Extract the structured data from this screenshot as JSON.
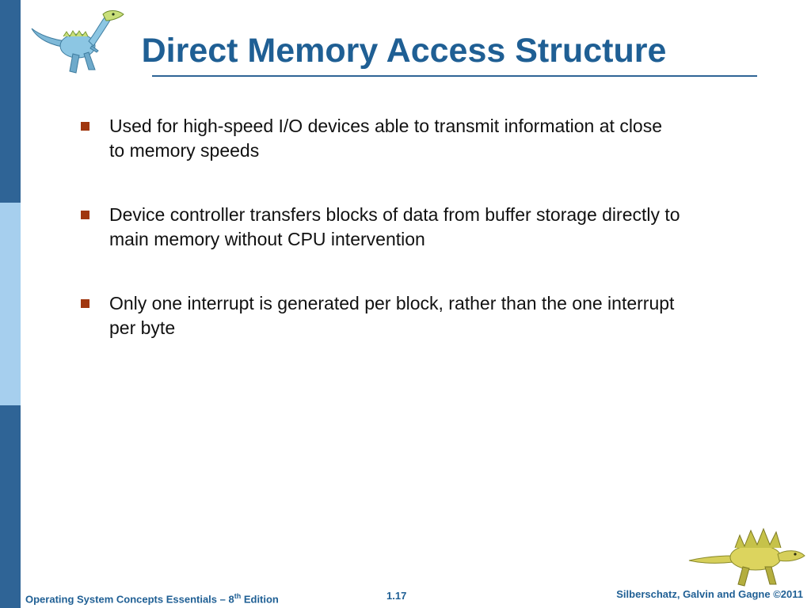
{
  "slide": {
    "title": "Direct Memory Access Structure",
    "bullets": [
      {
        "line1": "Used for high-speed I/O devices able to transmit information at close",
        "line2": "to memory speeds"
      },
      {
        "line1": "Device controller transfers blocks of data from buffer storage directly to",
        "line2": "main memory without CPU intervention"
      },
      {
        "line1": "Only one interrupt is generated per block, rather than the one interrupt",
        "line2": "per byte"
      }
    ]
  },
  "footer": {
    "book_prefix": "Operating System Concepts Essentials – 8",
    "book_superscript": "th",
    "book_suffix": " Edition",
    "page_number": "1.17",
    "copyright": "Silberschatz, Galvin and Gagne ©2011"
  },
  "colors": {
    "title": "#1f5f94",
    "side_bar_dark": "#2f6496",
    "side_bar_light": "#a6cfee",
    "bullet_marker": "#a0360e"
  },
  "icons": {
    "top_left": "dinosaur-icon",
    "bottom_right": "dinosaur-icon"
  }
}
